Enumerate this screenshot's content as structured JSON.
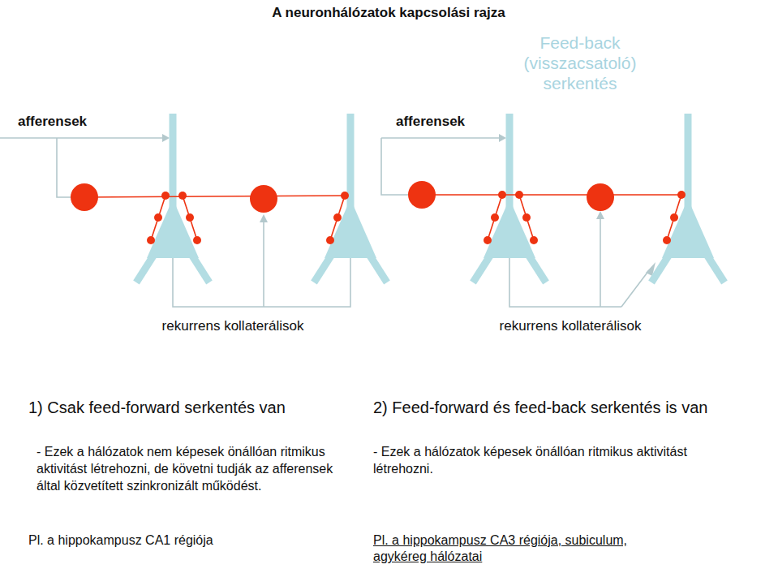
{
  "diagram": {
    "title": "A neuronhálózatok kapcsolási rajza",
    "labels": [
      "Feed-back (visszacsatoló) serkentés",
      "afferensek",
      "afferensek",
      "rekurrens kollaterálisok",
      "rekurrens kollaterálisok",
      "1) Csak feed-forward serkentés van",
      "2) Feed-forward és feed-back serkentés is van",
      "- Ezek a hálózatok nem képesek önállóan ritmikus aktivitást létrehozni, de követni tudják az afferensek által közvetített szinkronizált működést.",
      "- Ezek a hálózatok képesek önállóan ritmikus aktivitást létrehozni.",
      "Pl. a hippokampusz CA1 régiója",
      "Pl. a hippokampusz CA3 régiója, subiculum, agykéreg hálózatai"
    ]
  }
}
